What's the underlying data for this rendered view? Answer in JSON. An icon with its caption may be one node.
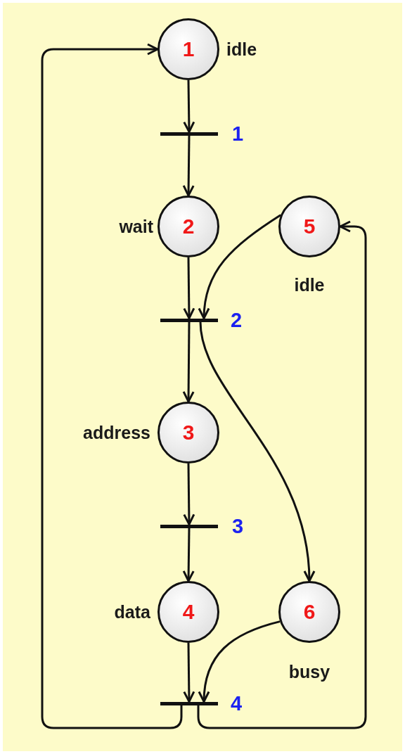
{
  "diagram": {
    "nodes": [
      {
        "text": [
          "1"
        ],
        "beside": [
          "idle"
        ]
      },
      {
        "text": [],
        "shape": "bar",
        "beside": [
          "1"
        ]
      },
      {
        "text": [
          "2"
        ],
        "beside": [
          "wait"
        ]
      },
      {
        "text": [
          "5"
        ],
        "beside": [
          "idle"
        ]
      },
      {
        "text": [],
        "shape": "bar",
        "beside": [
          "2"
        ]
      },
      {
        "text": [
          "3"
        ],
        "beside": [
          "address"
        ]
      },
      {
        "text": [],
        "shape": "bar",
        "beside": [
          "3"
        ]
      },
      {
        "text": [
          "4"
        ],
        "beside": [
          "data"
        ]
      },
      {
        "text": [
          "6"
        ],
        "beside": [
          "busy"
        ]
      },
      {
        "text": [],
        "shape": "bar",
        "beside": [
          "4"
        ]
      }
    ],
    "edges": [
      {
        "from": 0,
        "to": 1,
        "arrow": "to"
      },
      {
        "from": 1,
        "to": 2,
        "arrow": "to"
      },
      {
        "from": 2,
        "to": 4,
        "arrow": "to"
      },
      {
        "from": 3,
        "to": 4,
        "arrow": "to"
      },
      {
        "from": 4,
        "to": 5,
        "arrow": "to"
      },
      {
        "from": 4,
        "to": 8,
        "arrow": "to"
      },
      {
        "from": 5,
        "to": 6,
        "arrow": "to"
      },
      {
        "from": 6,
        "to": 7,
        "arrow": "to"
      },
      {
        "from": 7,
        "to": 9,
        "arrow": "to"
      },
      {
        "from": 8,
        "to": 9,
        "arrow": "to"
      },
      {
        "from": 9,
        "to": 0,
        "arrow": "to"
      },
      {
        "from": 9,
        "to": 3,
        "arrow": "to"
      }
    ]
  }
}
